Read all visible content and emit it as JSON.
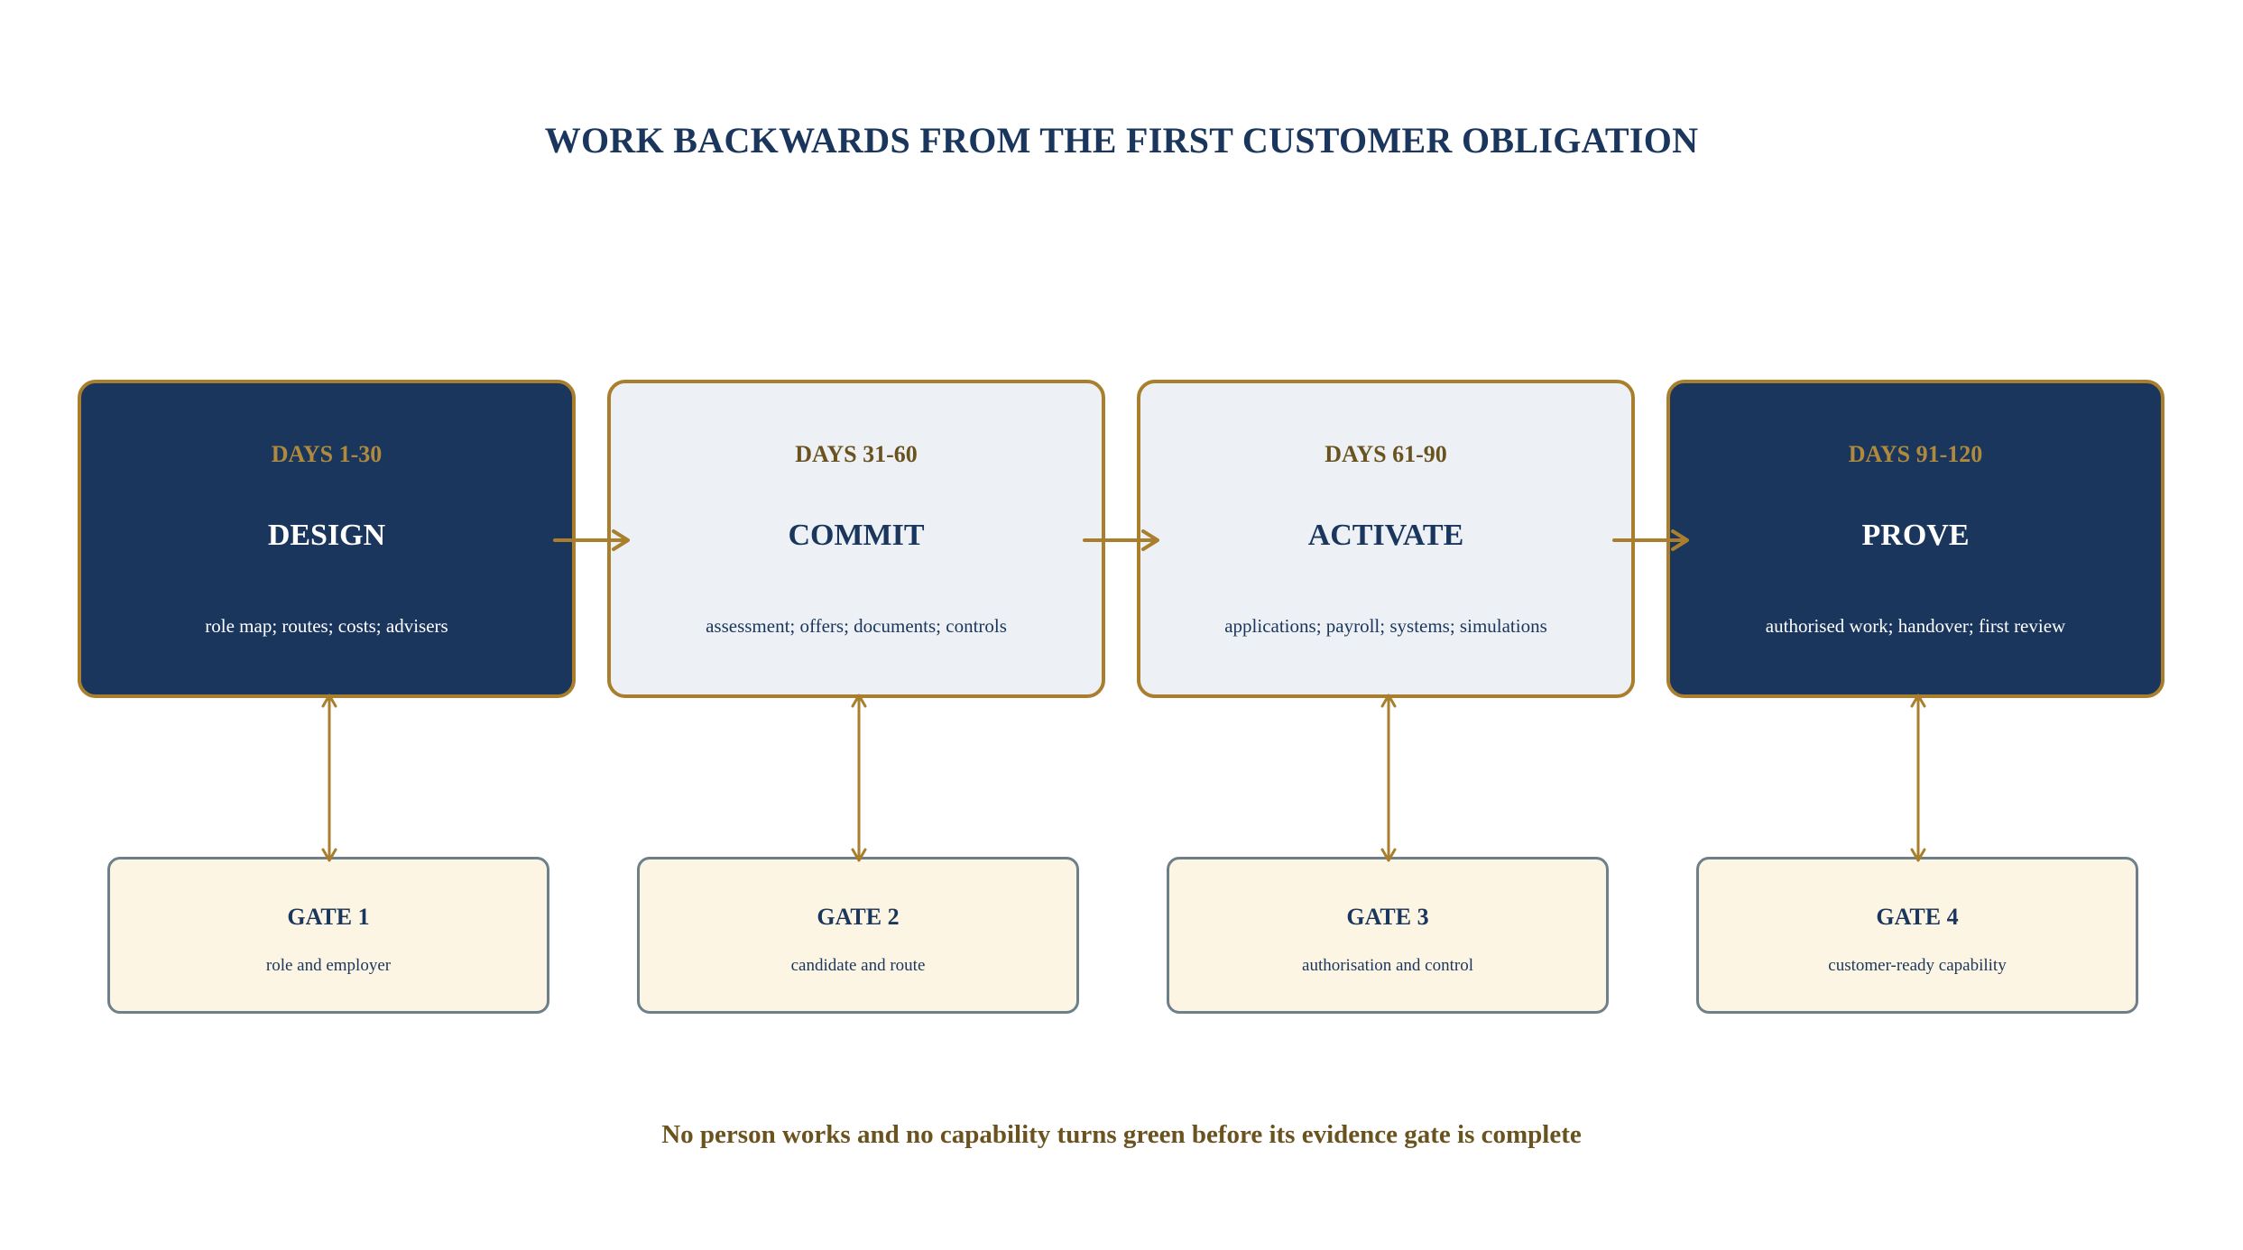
{
  "title": "WORK BACKWARDS FROM THE FIRST CUSTOMER OBLIGATION",
  "phases": [
    {
      "days": "DAYS 1-30",
      "name": "DESIGN",
      "desc": "role map; routes; costs; advisers",
      "style": "dark"
    },
    {
      "days": "DAYS 31-60",
      "name": "COMMIT",
      "desc": "assessment; offers; documents; controls",
      "style": "light"
    },
    {
      "days": "DAYS 61-90",
      "name": "ACTIVATE",
      "desc": "applications; payroll; systems; simulations",
      "style": "light"
    },
    {
      "days": "DAYS 91-120",
      "name": "PROVE",
      "desc": "authorised work; handover; first review",
      "style": "dark"
    }
  ],
  "gates": [
    {
      "name": "GATE 1",
      "desc": "role and employer"
    },
    {
      "name": "GATE 2",
      "desc": "candidate and route"
    },
    {
      "name": "GATE 3",
      "desc": "authorisation and control"
    },
    {
      "name": "GATE 4",
      "desc": "customer-ready capability"
    }
  ],
  "footer": "No person works and no capability turns green before its evidence gate is complete",
  "colors": {
    "navy": "#1a365d",
    "gold": "#a97f2d",
    "light_panel": "#edf1f5",
    "gate_fill": "#fdf5e4",
    "gate_border": "#6e7f8c"
  }
}
